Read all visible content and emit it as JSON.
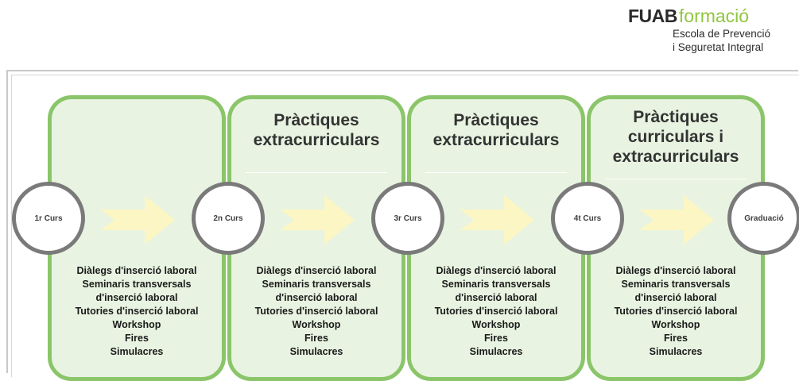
{
  "brand": {
    "logo_bold": "FUAB",
    "logo_light": "formació",
    "line1": "Escola de Prevenció",
    "line2": "i Seguretat Integral",
    "logo_color": "#8fc63f"
  },
  "milestones": [
    "1r Curs",
    "2n Curs",
    "3r Curs",
    "4t Curs",
    "Graduació"
  ],
  "panels": [
    {
      "title_lines": [],
      "items": [
        "Diàlegs d'inserció laboral",
        "Seminaris transversals",
        "d'inserció laboral",
        "Tutories d'inserció laboral",
        "Workshop",
        "Fires",
        "Simulacres"
      ]
    },
    {
      "title_lines": [
        "Pràctiques",
        "extracurriculars"
      ],
      "items": [
        "Diàlegs d'inserció laboral",
        "Seminaris transversals",
        "d'inserció laboral",
        "Tutories d'inserció laboral",
        "Workshop",
        "Fires",
        "Simulacres"
      ]
    },
    {
      "title_lines": [
        "Pràctiques",
        "extracurriculars"
      ],
      "items": [
        "Diàlegs d'inserció laboral",
        "Seminaris transversals",
        "d'inserció laboral",
        "Tutories d'inserció laboral",
        "Workshop",
        "Fires",
        "Simulacres"
      ]
    },
    {
      "title_lines": [
        "Pràctiques",
        "curriculars i",
        "extracurriculars"
      ],
      "items": [
        "Diàlegs d'inserció laboral",
        "Seminaris transversals",
        "d'inserció laboral",
        "Tutories d'inserció laboral",
        "Workshop",
        "Fires",
        "Simulacres"
      ]
    }
  ],
  "colors": {
    "panel_border": "#8bc56a",
    "panel_fill": "#e8f4e1",
    "circle_border": "#7a7a7a",
    "arrow_fill": "#fbf6c4"
  }
}
